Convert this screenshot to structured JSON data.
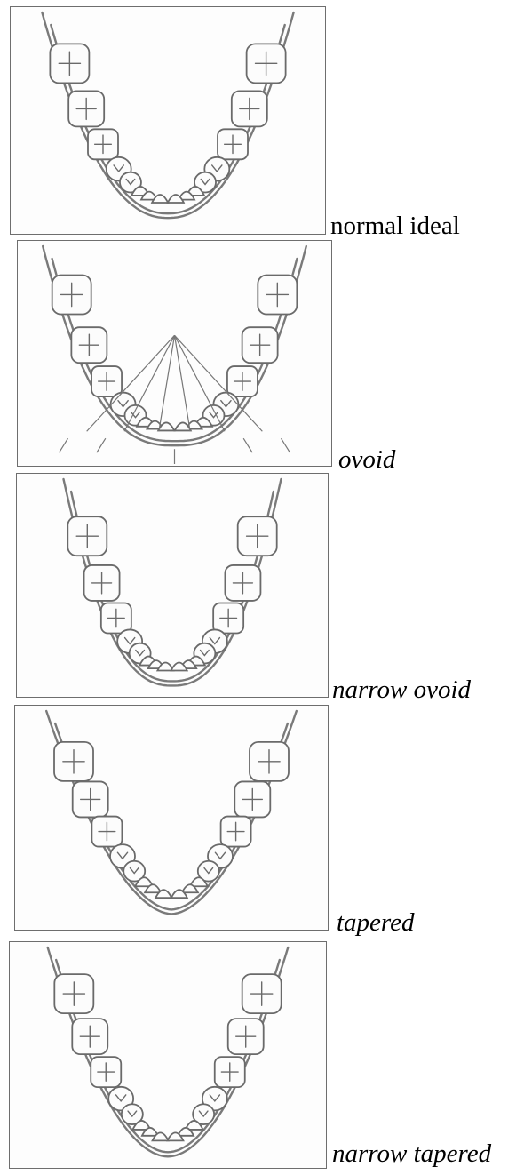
{
  "figures": [
    {
      "id": "normal-ideal",
      "label": "normal ideal",
      "italic": false
    },
    {
      "id": "ovoid",
      "label": "ovoid",
      "italic": true
    },
    {
      "id": "narrow-ovoid",
      "label": "narrow ovoid",
      "italic": true
    },
    {
      "id": "tapered",
      "label": "tapered",
      "italic": true
    },
    {
      "id": "narrow-tapered",
      "label": "narrow tapered",
      "italic": true
    }
  ],
  "colors": {
    "stroke": "#6a6a6a",
    "frame": "#6e6e6e",
    "background": "#ffffff"
  }
}
